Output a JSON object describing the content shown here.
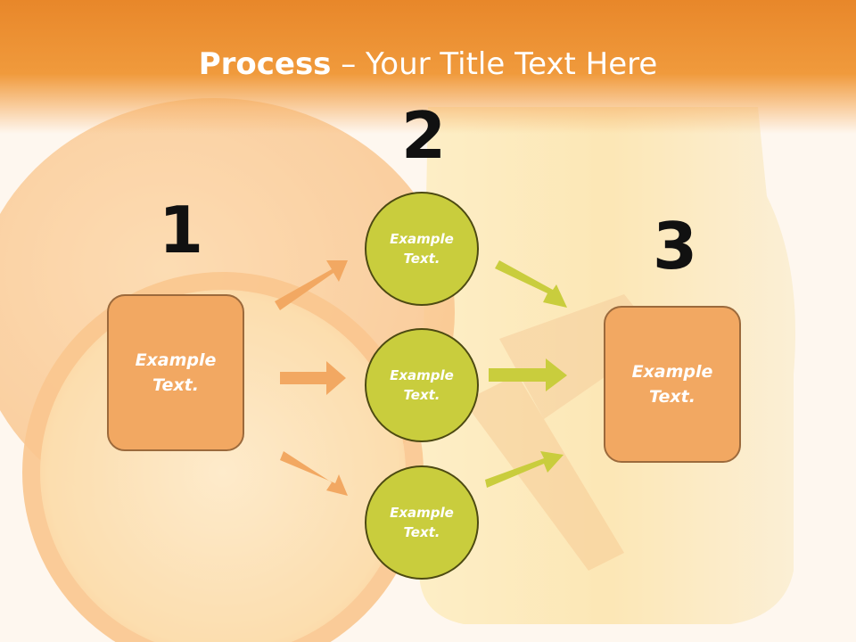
{
  "title": {
    "bold": "Process",
    "rest": " – Your Title Text Here"
  },
  "steps": {
    "one": "1",
    "two": "2",
    "three": "3"
  },
  "left_box": {
    "text": "Example\nText."
  },
  "right_box": {
    "text": "Example\nText."
  },
  "circles": [
    {
      "text": "Example\nText."
    },
    {
      "text": "Example\nText."
    },
    {
      "text": "Example\nText."
    }
  ],
  "colors": {
    "orange_arrow": "#f2a862",
    "green_arrow": "#c9cd3d",
    "circle_fill": "#c9cd3d",
    "box_fill": "#f2a862",
    "header": "#e8872a"
  }
}
